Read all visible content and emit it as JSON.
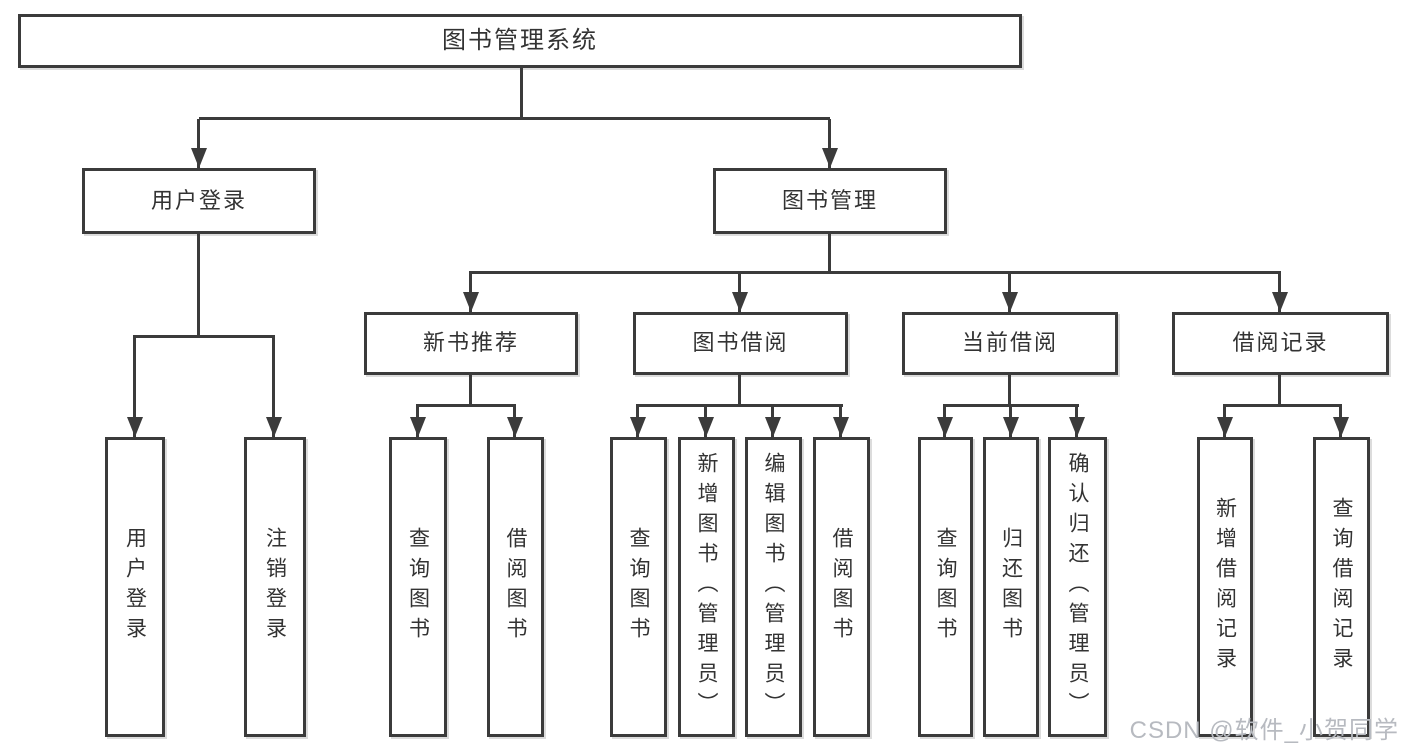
{
  "diagram": {
    "type": "hierarchy",
    "tree": {
      "label": "图书管理系统",
      "children": [
        {
          "label": "用户登录",
          "children": [
            {
              "label": "用户登录"
            },
            {
              "label": "注销登录"
            }
          ]
        },
        {
          "label": "图书管理",
          "children": [
            {
              "label": "新书推荐",
              "children": [
                {
                  "label": "查询图书"
                },
                {
                  "label": "借阅图书"
                }
              ]
            },
            {
              "label": "图书借阅",
              "children": [
                {
                  "label": "查询图书"
                },
                {
                  "label": "新增图书（管理员）"
                },
                {
                  "label": "编辑图书（管理员）"
                },
                {
                  "label": "借阅图书"
                }
              ]
            },
            {
              "label": "当前借阅",
              "children": [
                {
                  "label": "查询图书"
                },
                {
                  "label": "归还图书"
                },
                {
                  "label": "确认归还（管理员）"
                }
              ]
            },
            {
              "label": "借阅记录",
              "children": [
                {
                  "label": "新增借阅记录"
                },
                {
                  "label": "查询借阅记录"
                }
              ]
            }
          ]
        }
      ]
    },
    "watermark": "CSDN @软件_小贺同学",
    "colors": {
      "line": "#3b3b3b",
      "box_border": "#3b3b3b",
      "box_background": "#ffffff",
      "text": "#333333",
      "watermark_text": "#b7bac0",
      "page_background": "#ffffff"
    }
  }
}
